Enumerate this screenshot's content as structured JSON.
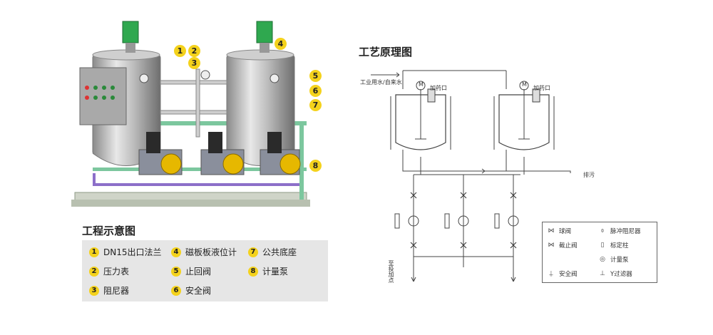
{
  "left": {
    "callouts": [
      "1",
      "2",
      "3",
      "4",
      "5",
      "6",
      "7",
      "8"
    ],
    "title": "工程示意图",
    "legend": [
      {
        "n": "1",
        "label": "DN15出口法兰"
      },
      {
        "n": "2",
        "label": "压力表"
      },
      {
        "n": "3",
        "label": "阻尼器"
      },
      {
        "n": "4",
        "label": "磁板板液位计"
      },
      {
        "n": "5",
        "label": "止回阀"
      },
      {
        "n": "6",
        "label": "安全阀"
      },
      {
        "n": "7",
        "label": "公共底座"
      },
      {
        "n": "8",
        "label": "计量泵"
      }
    ]
  },
  "right": {
    "title": "工艺原理图",
    "inlet_label": "工业用水/自来水",
    "motor_label": "M",
    "feed_label_1": "加药口",
    "feed_label_2": "加药口",
    "drain_label": "排污",
    "dosing_label": "至投加点",
    "symbol_legend": [
      {
        "icon": "ball-valve",
        "label": "球阀"
      },
      {
        "icon": "pulse-damper",
        "label": "脉冲阻尼器"
      },
      {
        "icon": "stop-valve",
        "label": "截止阀"
      },
      {
        "icon": "calibration-column",
        "label": "标定柱"
      },
      {
        "icon": "metering-pump",
        "label": "计量泵"
      },
      {
        "icon": "safety-valve",
        "label": "安全阀"
      },
      {
        "icon": "y-strainer",
        "label": "Y过滤器"
      }
    ]
  }
}
